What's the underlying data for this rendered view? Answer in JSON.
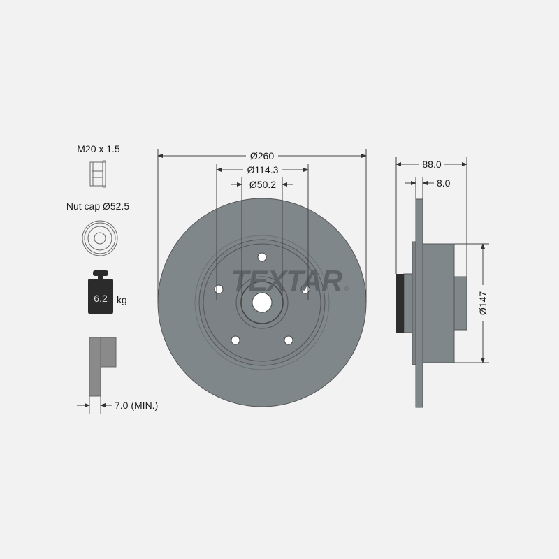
{
  "brand": "TEXTAR",
  "brand_mark": "®",
  "specs": {
    "nut_thread": "M20 x 1.5",
    "nut_cap": "Nut cap Ø52.5",
    "weight_value": "6.2",
    "weight_unit": "kg",
    "min_thickness": "7.0 (MIN.)"
  },
  "front_view": {
    "outer_diameter": "Ø260",
    "bolt_circle": "Ø114.3",
    "center_bore": "Ø50.2"
  },
  "side_view": {
    "total_height": "88.0",
    "disc_thickness": "8.0",
    "hub_diameter": "Ø147"
  },
  "colors": {
    "background": "#f2f2f2",
    "disc": "#80878a",
    "disc_dark": "#5c6165",
    "line": "#333333",
    "weight_icon": "#2b2b2b"
  }
}
